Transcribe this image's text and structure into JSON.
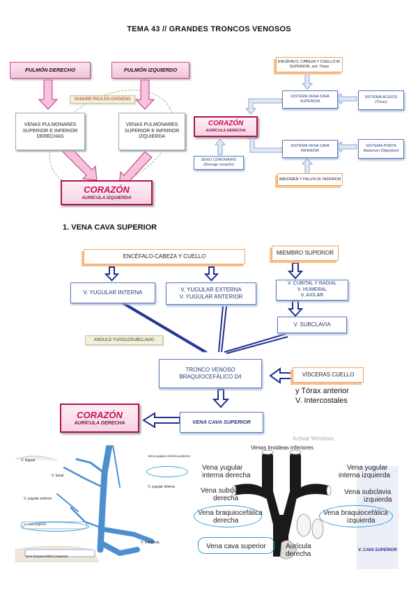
{
  "page_title": "TEMA 43 // GRANDES TRONCOS VENOSOS",
  "diagram1": {
    "pulmon_derecho": "PULMÓN DERECHO",
    "pulmon_izquierdo": "PULMÓN IZQUIERDO",
    "sangre": "SANGRE RICA EN OXÍGENO",
    "venas_der": "VENAS PULMONARES SUPERIOR E INFERIOR DERECHAS",
    "venas_izq": "VENAS PULMONARES SUPERIOR E INFERIOR IZQUIERDA",
    "corazon": "CORAZÓN",
    "auricula": "AURÍCULA IZQUIERDA"
  },
  "diagram2": {
    "encefalo": "ENCÉFALO, CABEZA Y CUELLO M. SUPERIOR, ant. Tórax",
    "sistema_cava_sup": "SISTEMA VENA CAVA SUPERIOR",
    "sistema_acigos": "SISTEMA ÁCIGOS (Tórax)",
    "corazon": "CORAZÓN",
    "auricula": "AURÍCULA DERECHA",
    "seno": "SENO CORONARIO (Drenaje corazón)",
    "sistema_cava_inf": "SISTEMA VENA CAVA INFERIOR",
    "sistema_porta": "SISTEMA PORTA Abdomen (Digestivo)",
    "abdomen": "ABDOMEN Y PELVIS M. INFERIOR"
  },
  "section_heading": "1.   VENA CAVA SUPERIOR",
  "diagram3": {
    "encefalo": "ENCÉFALO-CABEZA Y CUELLO",
    "miembro": "MIEMBRO SUPERIOR",
    "yugular_interna": "V. YUGULAR INTERNA",
    "yugular_ext_1": "V. YUGULAR EXTERNA",
    "yugular_ext_2": "V. YUGULAR ANTERIOR",
    "cubital_1": "V. CUBITAL Y RADIAL",
    "cubital_2": "V. HUMERAL",
    "cubital_3": "V. AXILAR",
    "subclavia": "V. SUBCLAVIA",
    "angulo": "ANGULO YUGOLOSUBCLAVIO",
    "tronco_1": "TRONCO VENOSO",
    "tronco_2": "BRAQUIOCEFÁLICO D/I",
    "visceras": "VÍSCERAS CUELLO",
    "torax": "y Tórax anterior",
    "intercostales": "V. Intercostales",
    "corazon": "CORAZÓN",
    "auricula": "AURÍCULA DERECHA",
    "cava": "VENA CAVA SUPERIOR",
    "watermark": "Activar Windows"
  },
  "illus_left": {
    "labels": [
      "V. lingual",
      "V. facial",
      "V. yugular anterior",
      "Vena yugular externa posterior",
      "V. yugular interna",
      "V. subclavia",
      "Vena braquiocefálica izquierda",
      "V. cava superior"
    ]
  },
  "illus_right": {
    "tiroideas": "Venas tiroideas inferiores",
    "yug_der_1": "Vena yugular",
    "yug_der_2": "interna derecha",
    "yug_izq_1": "Vena yugular",
    "yug_izq_2": "interna izquierda",
    "sub_der_1": "Vena subclavia",
    "sub_der_2": "derecha",
    "sub_izq_1": "Vena subclavia",
    "sub_izq_2": "izquierda",
    "braq_der_1": "Vena braquiocefálica",
    "braq_der_2": "derecha",
    "braq_izq_1": "Vena braquiocefálica",
    "braq_izq_2": "izquierda",
    "cava": "Vena cava superior",
    "aur_1": "Aurícula",
    "aur_2": "derecha",
    "tag": "V. CAVA SUPERIOR"
  },
  "colors": {
    "pink": "#d9388a",
    "heart_red": "#b3124a",
    "blue_arrow": "#2c3a9a",
    "orange": "#f0a060",
    "oval_blue": "#29a0d8"
  }
}
